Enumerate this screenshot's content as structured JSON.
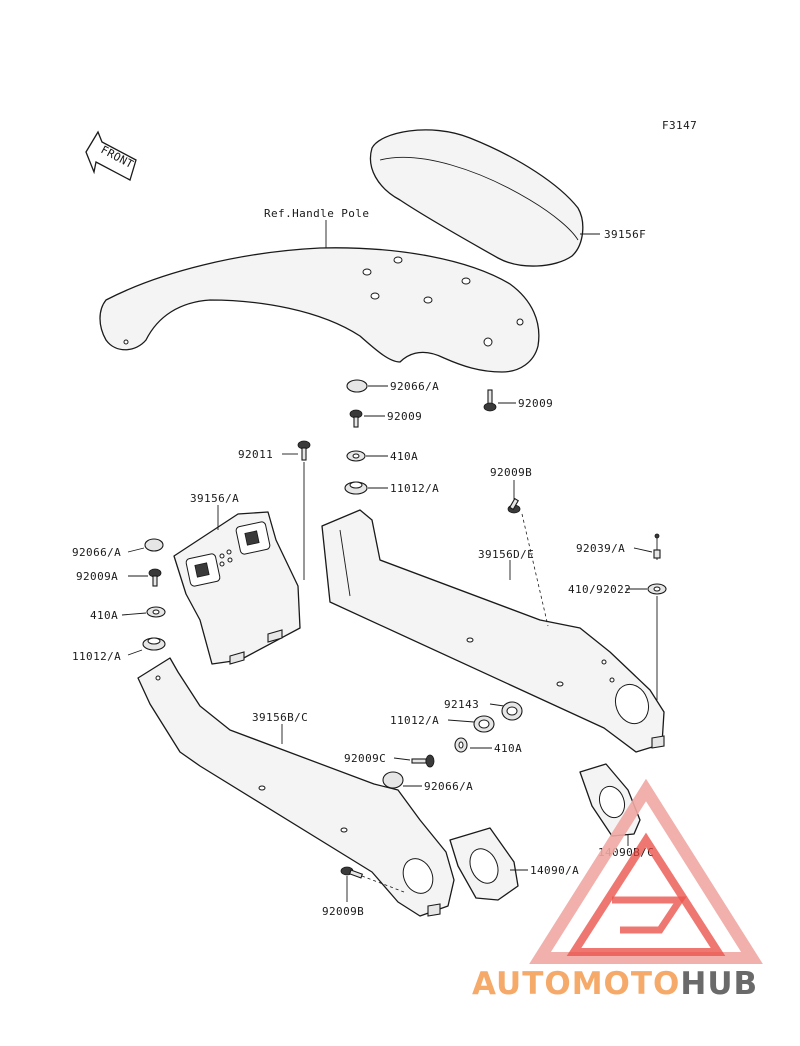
{
  "figure_code": "F3147",
  "front_arrow_label": "FRONT",
  "callouts": {
    "ref_handle_pole": "Ref.Handle Pole",
    "c39156F": "39156F",
    "c92066A_top": "92066/A",
    "c92009_top": "92009",
    "c92009_right": "92009",
    "c92011": "92011",
    "c410A_top": "410A",
    "c11012A_top": "11012/A",
    "c92009B_top": "92009B",
    "c39156A": "39156/A",
    "c39156DE": "39156D/E",
    "c92039A": "92039/A",
    "c92066A_left": "92066/A",
    "c92009A": "92009A",
    "c410_92022": "410/92022",
    "c410A_left": "410A",
    "c11012A_left": "11012/A",
    "c92143": "92143",
    "c39156BC": "39156B/C",
    "c11012A_mid": "11012/A",
    "c410A_mid": "410A",
    "c92009C": "92009C",
    "c92066A_mid": "92066/A",
    "c14090BC": "14090B/C",
    "c14090A": "14090/A",
    "c92009B_bottom": "92009B"
  },
  "watermark": {
    "part1": "AUTOMOTO",
    "part2": "HUB",
    "color_orange": "#f4a15a",
    "color_red": "#e8423a",
    "color_gray": "#5a5a5a"
  }
}
